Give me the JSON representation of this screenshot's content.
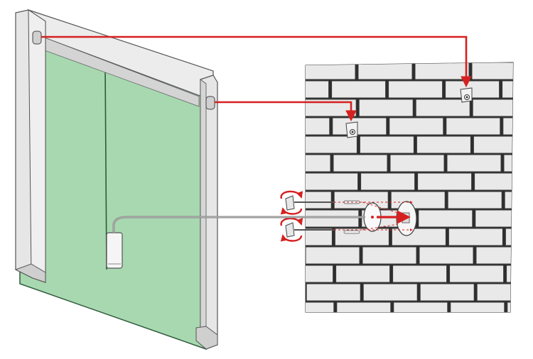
{
  "figure": {
    "kind": "installation-diagram",
    "description_labels": [],
    "colors": {
      "panel_fill": "#a8d8b0",
      "panel_edge": "#2f5a3c",
      "frame_fill": "#e6e6e6",
      "frame_edge": "#555555",
      "brick_fill": "#e9e9e9",
      "brick_edge": "#3a3a3a",
      "arrow": "#d62020",
      "dashed_guides": "#d62020",
      "cable": "#8a8a8a"
    },
    "components": {
      "panel": {
        "name": "heating-panel"
      },
      "frame": {
        "name": "aluminium-frame"
      },
      "left_slot": {
        "name": "frame-mounting-slot-left"
      },
      "right_slot": {
        "name": "frame-mounting-slot-right"
      },
      "bracket_1": {
        "name": "wall-bracket-upper"
      },
      "bracket_2": {
        "name": "wall-bracket-lower"
      },
      "cable": {
        "name": "power-cable"
      },
      "control_box": {
        "name": "control-box"
      },
      "wall_plate": {
        "name": "cable-outlet-plate"
      },
      "screws": {
        "name": "fixing-screws",
        "count": 2
      },
      "dowels": {
        "name": "wall-dowels",
        "count": 2
      }
    }
  }
}
